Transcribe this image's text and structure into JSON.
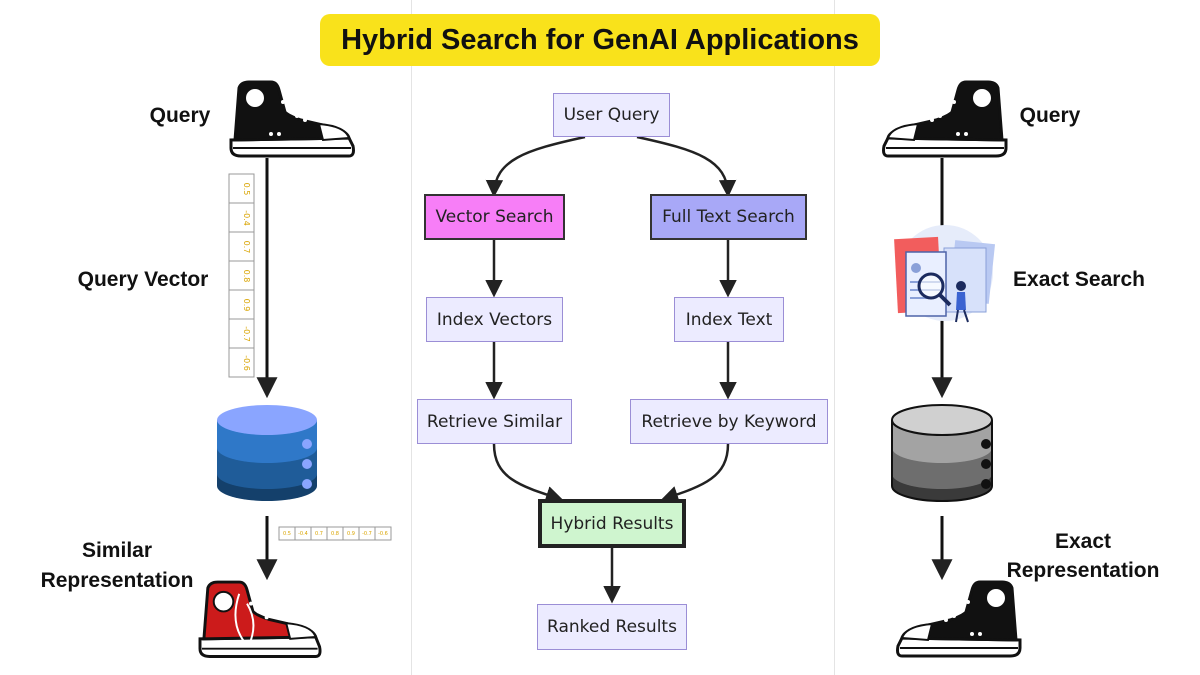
{
  "title": "Hybrid Search for GenAI Applications",
  "left": {
    "query_label": "Query",
    "vector_label": "Query Vector",
    "vector_values": [
      "0.5",
      "-0.4",
      "0.7",
      "0.8",
      "0.9",
      "-0.7",
      "-0.6"
    ],
    "result_label_line1": "Similar",
    "result_label_line2": "Representation",
    "database_colors": [
      "#8aa5ff",
      "#2f78c8",
      "#1f5c99",
      "#14406b"
    ],
    "result_shoe_color": "#cc1b1b"
  },
  "center": {
    "nodes": {
      "user_query": "User Query",
      "vector_search": "Vector Search",
      "full_text_search": "Full Text Search",
      "index_vectors": "Index Vectors",
      "index_text": "Index Text",
      "retrieve_similar": "Retrieve Similar",
      "retrieve_by_keyword": "Retrieve by Keyword",
      "hybrid_results": "Hybrid Results",
      "ranked_results": "Ranked Results"
    }
  },
  "right": {
    "query_label": "Query",
    "search_label": "Exact Search",
    "result_label_line1": "Exact",
    "result_label_line2": "Representation",
    "database_colors": [
      "#d0d0d0",
      "#a3a3a3",
      "#6e6e6e",
      "#3a3a3a"
    ]
  }
}
